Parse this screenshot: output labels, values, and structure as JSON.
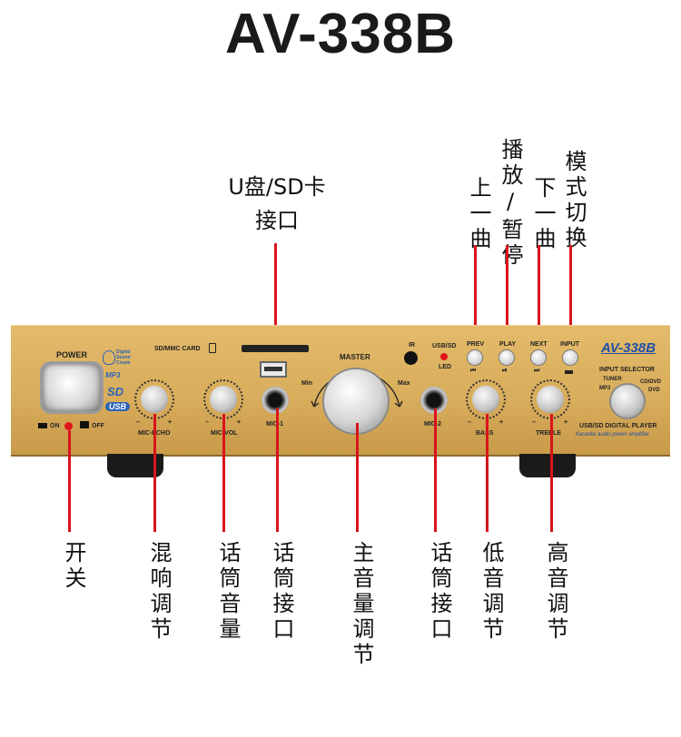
{
  "title": "AV-338B",
  "top_labels": {
    "usb_sd_line1": "U盘/SD卡",
    "usb_sd_line2": "接口",
    "prev": "上一曲",
    "play": "播放/暂停",
    "next": "下一曲",
    "mode": "模式切换"
  },
  "bottom_labels": {
    "power": "开关",
    "echo": "混响调节",
    "mic_vol": "话筒音量",
    "mic1": "话筒接口",
    "master": "主音量调节",
    "mic2": "话筒接口",
    "bass": "低音调节",
    "treble": "高音调节"
  },
  "panel": {
    "power": "POWER",
    "on": "ON",
    "off": "OFF",
    "logo_l1": "Digital",
    "logo_l2": "Sound",
    "logo_l3": "Create",
    "mp3": "MP3",
    "sd": "SD",
    "usb": "USB",
    "sd_card": "SD/MMC CARD",
    "mic_echo": "MIC-ECHO",
    "mic_vol": "MIC-VOL",
    "mic1": "MIC-1",
    "master": "MASTER",
    "min": "Min",
    "max": "Max",
    "ir": "IR",
    "usb_sd": "USB/SD",
    "led": "LED",
    "mic2": "MIC-2",
    "prev": "PREV",
    "play": "PLAY",
    "next": "NEXT",
    "input": "INPUT",
    "bass": "BASS",
    "treble": "TREBLE",
    "minus": "–",
    "plus": "+",
    "brand": "AV-338B",
    "input_selector": "INPUT SELECTOR",
    "tuner": "TUNER",
    "mp3_sel": "MP3",
    "cd_dvd": "CD/DVD",
    "dvd": "DVD",
    "player": "USB/SD  DIGITAL PLAYER",
    "amp": "Karaoke audio power amplifier"
  }
}
